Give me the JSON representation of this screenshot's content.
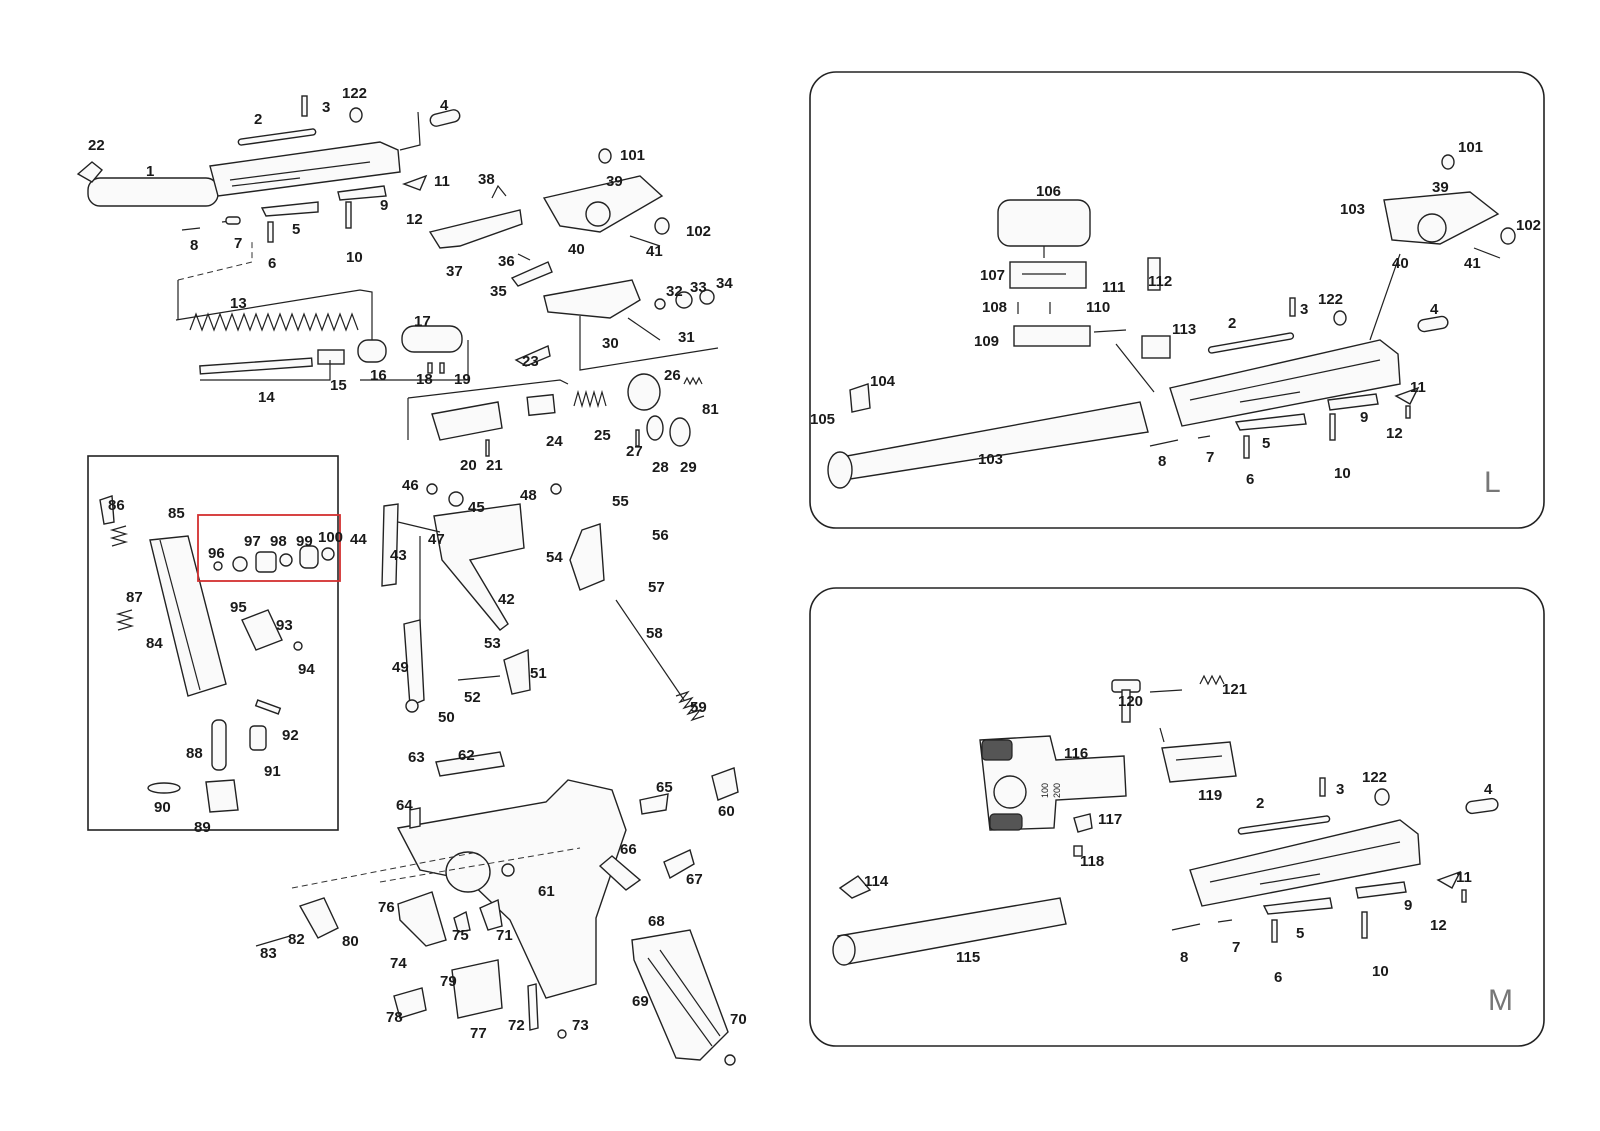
{
  "diagram": {
    "labels_main": [
      "1",
      "2",
      "3",
      "122",
      "4",
      "22",
      "11",
      "9",
      "12",
      "5",
      "7",
      "8",
      "6",
      "10",
      "13",
      "14",
      "15",
      "16",
      "17",
      "18",
      "19",
      "38",
      "39",
      "101",
      "102",
      "40",
      "41",
      "37",
      "36",
      "35",
      "30",
      "31",
      "32",
      "33",
      "34",
      "26",
      "81",
      "23",
      "24",
      "25",
      "27",
      "28",
      "29",
      "20",
      "21",
      "86",
      "85",
      "96",
      "97",
      "98",
      "99",
      "100",
      "95",
      "93",
      "94",
      "87",
      "84",
      "92",
      "88",
      "91",
      "90",
      "89",
      "46",
      "45",
      "48",
      "44",
      "47",
      "43",
      "42",
      "53",
      "49",
      "50",
      "51",
      "52",
      "55",
      "56",
      "54",
      "57",
      "58",
      "59",
      "60",
      "63",
      "62",
      "64",
      "65",
      "66",
      "67",
      "61",
      "68",
      "69",
      "70",
      "76",
      "75",
      "71",
      "74",
      "79",
      "78",
      "77",
      "72",
      "73",
      "80",
      "82",
      "83"
    ],
    "labels_extra": {
      "label_120": "120",
      "label_121": "121",
      "label_116": "116",
      "label_117": "117",
      "label_118": "118",
      "label_119": "119",
      "scale_100": "100",
      "scale_200": "200"
    },
    "panel_L": {
      "tag": "L",
      "labels": [
        "106",
        "107",
        "108",
        "109",
        "110",
        "111",
        "112",
        "113",
        "101",
        "39",
        "103",
        "40",
        "41",
        "102",
        "104",
        "105",
        "103",
        "2",
        "3",
        "122",
        "4",
        "11",
        "9",
        "12",
        "5",
        "7",
        "8",
        "6",
        "10"
      ]
    },
    "panel_M": {
      "tag": "M",
      "labels": [
        "2",
        "3",
        "122",
        "4",
        "114",
        "115",
        "11",
        "9",
        "12",
        "5",
        "7",
        "8",
        "6",
        "10"
      ]
    },
    "colors": {
      "line": "#222222",
      "highlight": "#d32f2f",
      "panel_tag": "#777777"
    }
  }
}
